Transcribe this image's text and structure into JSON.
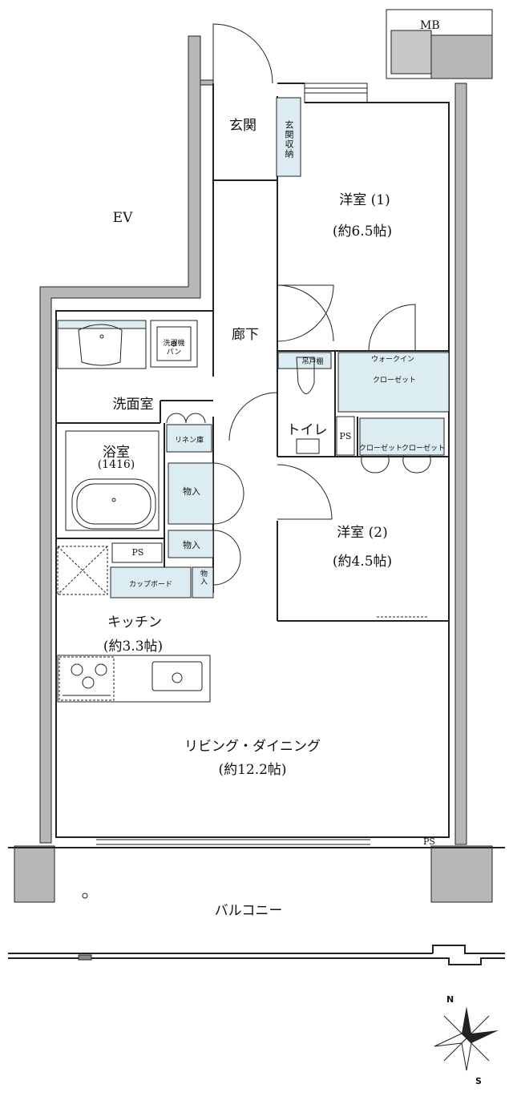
{
  "labels": {
    "mb": "MB",
    "ev": "EV",
    "genkan": "玄関",
    "genkan_storage": "玄関収納",
    "bedroom1": "洋室 (1)",
    "bedroom1_size": "(約6.5帖)",
    "corridor": "廊下",
    "walkin_line1": "ウォークイン",
    "walkin_line2": "クローゼット",
    "hanging_shelf": "吊戸棚",
    "toilet": "トイレ",
    "ps_toilet": "PS",
    "closet_a": "クローゼット",
    "closet_b": "クローゼット",
    "washer_line1": "洗濯機",
    "washer_line2": "パン",
    "washroom": "洗面室",
    "linen": "リネン庫",
    "bathroom": "浴室",
    "bathroom_size": "(1416)",
    "storage1": "物入",
    "storage2": "物入",
    "storage3": "物入",
    "ps_kitchen": "PS",
    "cupboard": "カップボード",
    "bedroom2": "洋室 (2)",
    "bedroom2_size": "(約4.5帖)",
    "kitchen": "キッチン",
    "kitchen_size": "(約3.3帖)",
    "living": "リビング・ダイニング",
    "living_size": "(約12.2帖)",
    "ps_living": "PS",
    "balcony": "バルコニー",
    "compass_n": "N",
    "compass_s": "S"
  },
  "colors": {
    "storage_fill": "#dcecf3",
    "wall_fill": "#b7b7b7",
    "line": "#222222"
  }
}
